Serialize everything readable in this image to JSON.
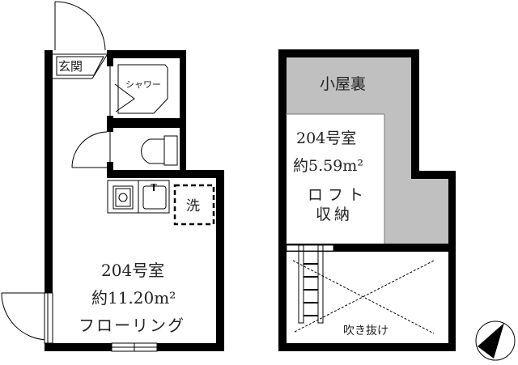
{
  "floor1": {
    "genkan": "玄関",
    "shower": "シャワー",
    "washer": "洗",
    "room": "204号室",
    "area": "約11.20m²",
    "floor": "フローリング"
  },
  "loft": {
    "attic": "小屋裏",
    "room": "204号室",
    "area": "約5.59m²",
    "type1": "ロフト",
    "type2": "収納",
    "open": "吹き抜け"
  },
  "colors": {
    "wall": "#000000",
    "attic_fill": "#c0c0c0"
  },
  "icons": [
    "north-arrow-icon",
    "stove-icon",
    "sink-icon",
    "toilet-icon",
    "ladder-icon",
    "door-swing-icon"
  ]
}
